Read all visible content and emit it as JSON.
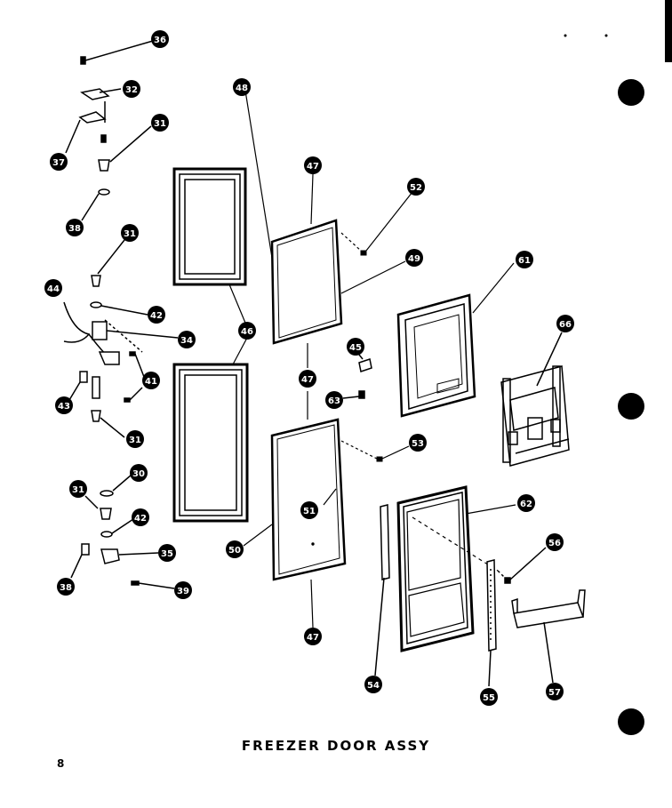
{
  "title": "FREEZER DOOR ASSY",
  "page_number": "8",
  "callouts": [
    {
      "id": "c36a",
      "label": "36"
    },
    {
      "id": "c32",
      "label": "32"
    },
    {
      "id": "c31a",
      "label": "31"
    },
    {
      "id": "c37",
      "label": "37"
    },
    {
      "id": "c38a",
      "label": "38"
    },
    {
      "id": "c31b",
      "label": "31"
    },
    {
      "id": "c44",
      "label": "44"
    },
    {
      "id": "c42a",
      "label": "42"
    },
    {
      "id": "c34",
      "label": "34"
    },
    {
      "id": "c41",
      "label": "41"
    },
    {
      "id": "c43",
      "label": "43"
    },
    {
      "id": "c31c",
      "label": "31"
    },
    {
      "id": "c30",
      "label": "30"
    },
    {
      "id": "c31d",
      "label": "31"
    },
    {
      "id": "c42b",
      "label": "42"
    },
    {
      "id": "c35",
      "label": "35"
    },
    {
      "id": "c38b",
      "label": "38"
    },
    {
      "id": "c39",
      "label": "39"
    },
    {
      "id": "c48",
      "label": "48"
    },
    {
      "id": "c46",
      "label": "46"
    },
    {
      "id": "c47a",
      "label": "47"
    },
    {
      "id": "c52",
      "label": "52"
    },
    {
      "id": "c49",
      "label": "49"
    },
    {
      "id": "c45",
      "label": "45"
    },
    {
      "id": "c63",
      "label": "63"
    },
    {
      "id": "c47b",
      "label": "47"
    },
    {
      "id": "c53",
      "label": "53"
    },
    {
      "id": "c51",
      "label": "51"
    },
    {
      "id": "c50",
      "label": "50"
    },
    {
      "id": "c47c",
      "label": "47"
    },
    {
      "id": "c61",
      "label": "61"
    },
    {
      "id": "c66",
      "label": "66"
    },
    {
      "id": "c62",
      "label": "62"
    },
    {
      "id": "c56",
      "label": "56"
    },
    {
      "id": "c54",
      "label": "54"
    },
    {
      "id": "c55",
      "label": "55"
    },
    {
      "id": "c57",
      "label": "57"
    }
  ]
}
